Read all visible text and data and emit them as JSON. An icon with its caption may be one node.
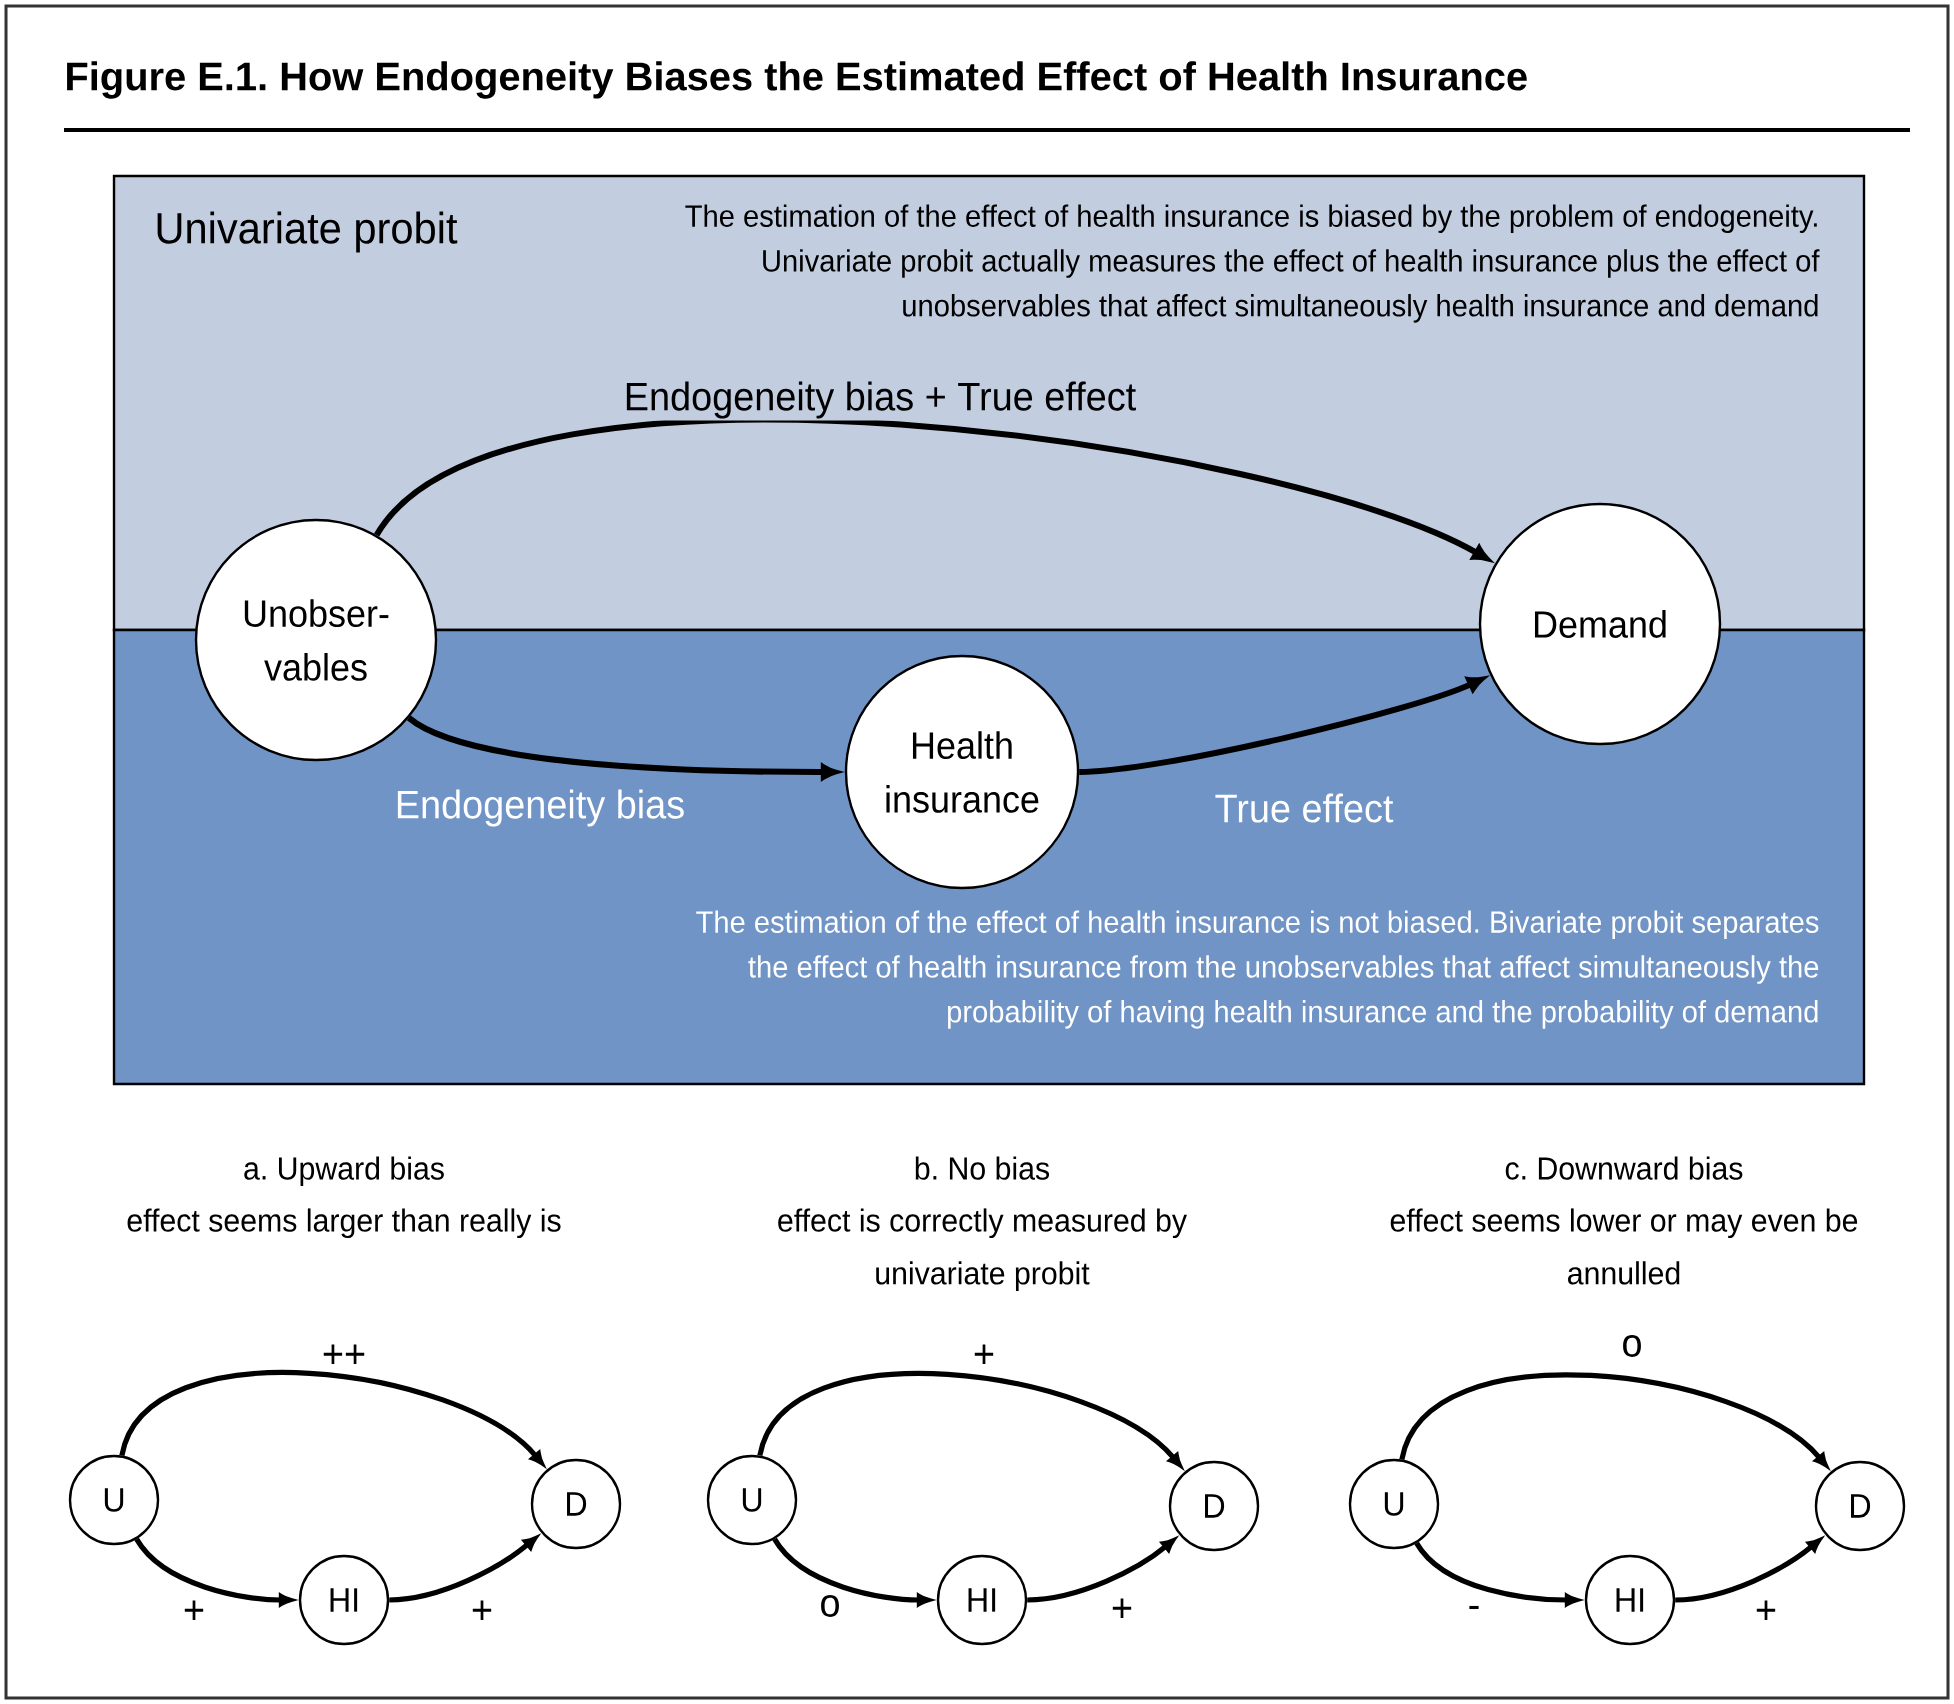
{
  "diagram": {
    "title": "Figure E.1. How Endogeneity Biases the Estimated Effect of Health Insurance",
    "nodes": [
      {
        "text": [
          "Unobser- vables"
        ]
      },
      {
        "text": [
          "Demand"
        ]
      },
      {
        "text": [
          "Health insurance"
        ]
      },
      {
        "text": [
          "U"
        ]
      },
      {
        "text": [
          "HI"
        ]
      },
      {
        "text": [
          "D"
        ]
      },
      {
        "text": [
          "U"
        ]
      },
      {
        "text": [
          "HI"
        ]
      },
      {
        "text": [
          "D"
        ]
      },
      {
        "text": [
          "U"
        ]
      },
      {
        "text": [
          "HI"
        ]
      },
      {
        "text": [
          "D"
        ]
      }
    ],
    "edges": [
      {
        "from": 0,
        "to": 1,
        "arrow": "to",
        "label": "Endogeneity bias + True effect"
      },
      {
        "from": 0,
        "to": 2,
        "arrow": "to",
        "label": "Endogeneity bias"
      },
      {
        "from": 2,
        "to": 1,
        "arrow": "to",
        "label": "True effect"
      },
      {
        "from": 3,
        "to": 5,
        "arrow": "to",
        "label": "++"
      },
      {
        "from": 3,
        "to": 4,
        "arrow": "to",
        "label": "+"
      },
      {
        "from": 4,
        "to": 5,
        "arrow": "to",
        "label": "+"
      },
      {
        "from": 6,
        "to": 8,
        "arrow": "to",
        "label": "+"
      },
      {
        "from": 6,
        "to": 7,
        "arrow": "to",
        "label": "o"
      },
      {
        "from": 7,
        "to": 8,
        "arrow": "to",
        "label": "+"
      },
      {
        "from": 9,
        "to": 11,
        "arrow": "to",
        "label": "o"
      },
      {
        "from": 9,
        "to": 10,
        "arrow": "to",
        "label": "-"
      },
      {
        "from": 10,
        "to": 11,
        "arrow": "to",
        "label": "+"
      }
    ],
    "labels": [
      "Univariate probit",
      "The estimation of the effect of health insurance is biased by the problem of endogeneity. Univariate probit actually measures the effect of health insurance plus the effect of unobservables that affect simultaneously health insurance and demand",
      "The estimation of the effect of health insurance is not biased. Bivariate probit separates the effect of health insurance from the unobservables that affect simultaneously the probability of having health insurance and the probability of demand",
      "a. Upward bias",
      "effect seems larger than really is",
      "b. No bias",
      "effect is correctly measured by univariate probit",
      "c. Downward bias",
      "effect seems lower or may even be annulled"
    ]
  }
}
